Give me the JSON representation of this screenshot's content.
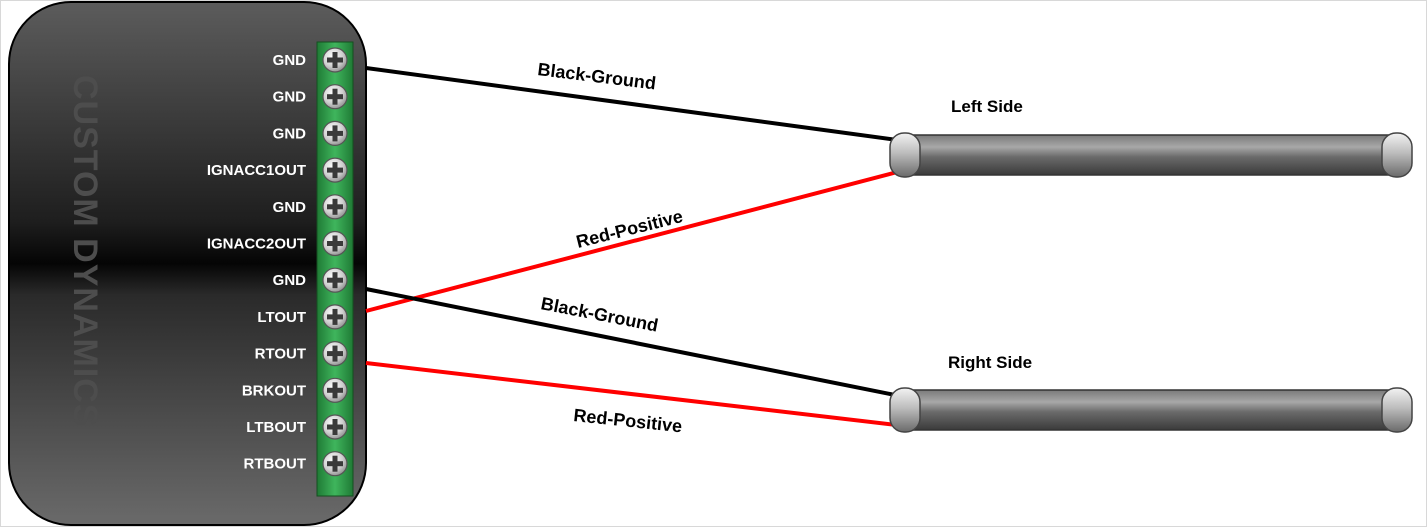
{
  "module": {
    "brand": "CUSTOM DYNAMICS",
    "terminals": [
      "GND",
      "GND",
      "GND",
      "IGNACC1OUT",
      "GND",
      "IGNACC2OUT",
      "GND",
      "LTOUT",
      "RTOUT",
      "BRKOUT",
      "LTBOUT",
      "RTBOUT"
    ]
  },
  "lights": {
    "left": "Left Side",
    "right": "Right Side"
  },
  "wires": {
    "left_ground": "Black-Ground",
    "left_positive": "Red-Positive",
    "right_ground": "Black-Ground",
    "right_positive": "Red-Positive"
  },
  "colors": {
    "ground_wire": "#000000",
    "positive_wire": "#ff0000",
    "terminal_strip": "#2e9d47",
    "module_body": "#3c3c3c"
  }
}
